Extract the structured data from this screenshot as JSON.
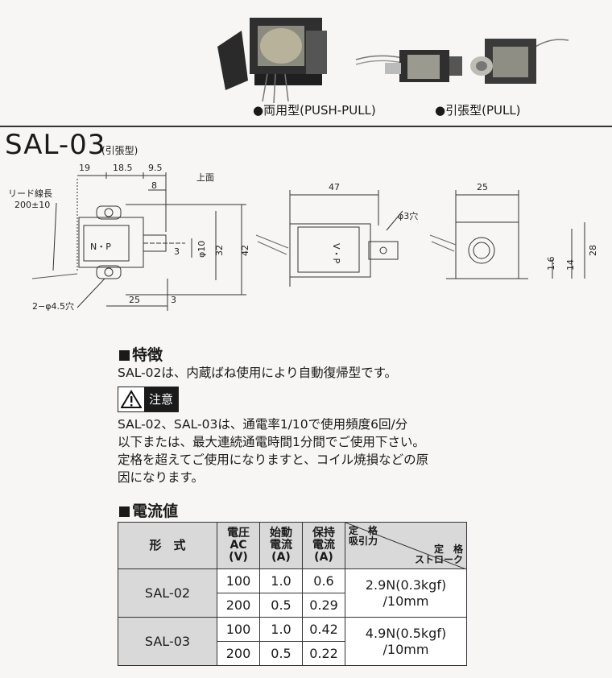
{
  "photos": {
    "push_pull_caption": "●両用型(PUSH-PULL)",
    "pull_caption": "●引張型(PULL)"
  },
  "title": {
    "model": "SAL-03",
    "type": "(引張型)"
  },
  "drawing": {
    "top_view_label": "上面",
    "lead_label_1": "リード線長",
    "lead_label_2": "200±10",
    "dims": {
      "d19": "19",
      "d18_5": "18.5",
      "d9_5": "9.5",
      "d8": "8",
      "d3a": "3",
      "phi10": "φ10",
      "d32": "32",
      "d42": "42",
      "holes": "2−φ4.5穴",
      "d25": "25",
      "d3b": "3",
      "d47": "47",
      "phi3": "φ3穴",
      "d25b": "25",
      "d1_6": "1.6",
      "d14": "14",
      "d28": "28"
    },
    "mark_np": "N・P",
    "mark_vp": "V・P"
  },
  "features": {
    "heading": "特徴",
    "text": "SAL-02は、内蔵ばね使用により自動復帰型です。"
  },
  "caution": {
    "label": "注意",
    "lines": [
      "SAL-02、SAL-03は、通電率1/10で使用頻度6回/分",
      "以下または、最大連続通電時間1分間でご使用下さい。",
      "定格を超えてご使用になりますと、コイル焼損などの原",
      "因になります。"
    ]
  },
  "current": {
    "heading": "電流値",
    "headers": {
      "model": "形　式",
      "voltage": [
        "電圧",
        "AC",
        "(V)"
      ],
      "start": [
        "始動",
        "電流",
        "(A)"
      ],
      "hold": [
        "保持",
        "電流",
        "(A)"
      ],
      "rated_a": [
        "定　格",
        "吸引力"
      ],
      "rated_b": [
        "定　格",
        "ストローク"
      ]
    },
    "rows": [
      {
        "model": "SAL-02",
        "rated": [
          "2.9N(0.3kgf)",
          "/10mm"
        ],
        "sub": [
          {
            "v": "100",
            "start": "1.0",
            "hold": "0.6"
          },
          {
            "v": "200",
            "start": "0.5",
            "hold": "0.29"
          }
        ]
      },
      {
        "model": "SAL-03",
        "rated": [
          "4.9N(0.5kgf)",
          "/10mm"
        ],
        "sub": [
          {
            "v": "100",
            "start": "1.0",
            "hold": "0.42"
          },
          {
            "v": "200",
            "start": "0.5",
            "hold": "0.22"
          }
        ]
      }
    ]
  }
}
